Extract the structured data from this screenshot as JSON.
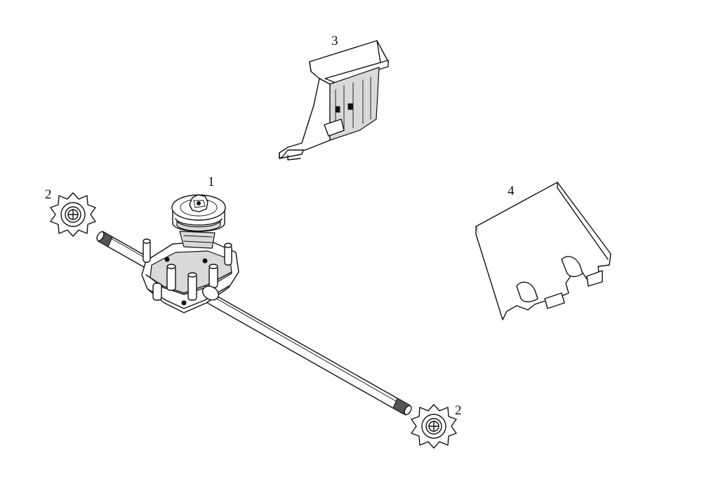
{
  "callouts": {
    "part_1": "1",
    "part_2_left": "2",
    "part_2_right": "2",
    "part_3": "3",
    "part_4": "4"
  },
  "icons": {
    "transmission": "transaxle-gearbox-icon",
    "gear": "splined-gear-icon",
    "bracket": "mounting-bracket-icon",
    "plate": "cover-plate-icon"
  },
  "colors": {
    "line": "#111111",
    "shade": "#d9d9d9",
    "background": "#ffffff"
  }
}
